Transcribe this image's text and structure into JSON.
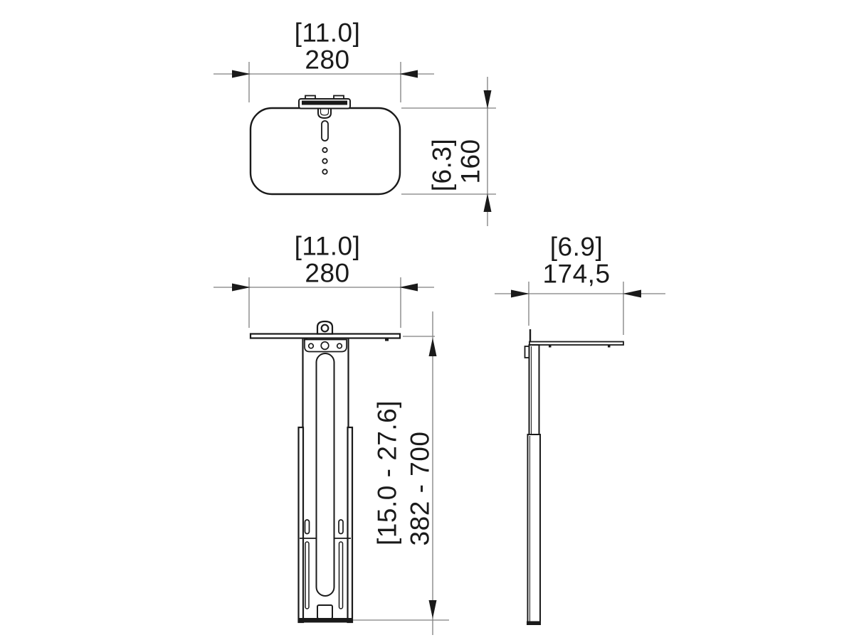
{
  "drawing": {
    "description": "Three-view dimensioned technical drawing of a shelf mounting bracket with telescoping column",
    "colors": {
      "outline": "#1a1a1a",
      "dimension_line": "#7f7f7f",
      "background": "#ffffff"
    },
    "views": {
      "top": {
        "name": "top view",
        "width": {
          "inches": "[11.0]",
          "mm": "280"
        },
        "depth": {
          "inches": "[6.3]",
          "mm": "160"
        }
      },
      "front": {
        "name": "front view",
        "width": {
          "inches": "[11.0]",
          "mm": "280"
        },
        "height": {
          "inches": "[15.0 - 27.6]",
          "mm": "382 - 700"
        }
      },
      "side": {
        "name": "side view",
        "depth": {
          "inches": "[6.9]",
          "mm": "174,5"
        }
      }
    }
  }
}
